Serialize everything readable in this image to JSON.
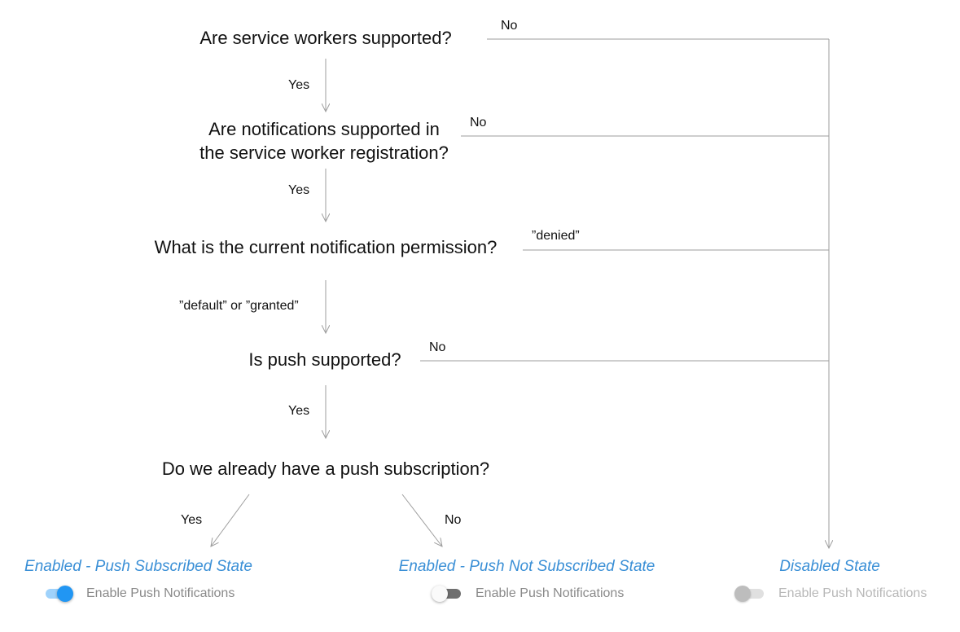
{
  "questions": {
    "q1": "Are service workers supported?",
    "q2_line1": "Are notifications supported in",
    "q2_line2": "the service worker registration?",
    "q3": "What is the current notification permission?",
    "q4": "Is push supported?",
    "q5": "Do we already have a push subscription?"
  },
  "edge_labels": {
    "q1_no": "No",
    "q1_yes": "Yes",
    "q2_no": "No",
    "q2_yes": "Yes",
    "q3_denied": "”denied”",
    "q3_default_granted": "”default” or ”granted”",
    "q4_no": "No",
    "q4_yes": "Yes",
    "q5_yes": "Yes",
    "q5_no": "No"
  },
  "states": {
    "subscribed": {
      "title": "Enabled - Push Subscribed State",
      "toggle_label": "Enable Push Notifications",
      "toggle": "on"
    },
    "not_subscribed": {
      "title": "Enabled - Push Not Subscribed State",
      "toggle_label": "Enable Push Notifications",
      "toggle": "off"
    },
    "disabled": {
      "title": "Disabled State",
      "toggle_label": "Enable Push Notifications",
      "toggle": "disabled"
    }
  },
  "colors": {
    "state_title": "#3a8fd6",
    "connector": "#9e9e9e",
    "toggle_on": "#2196f3"
  }
}
